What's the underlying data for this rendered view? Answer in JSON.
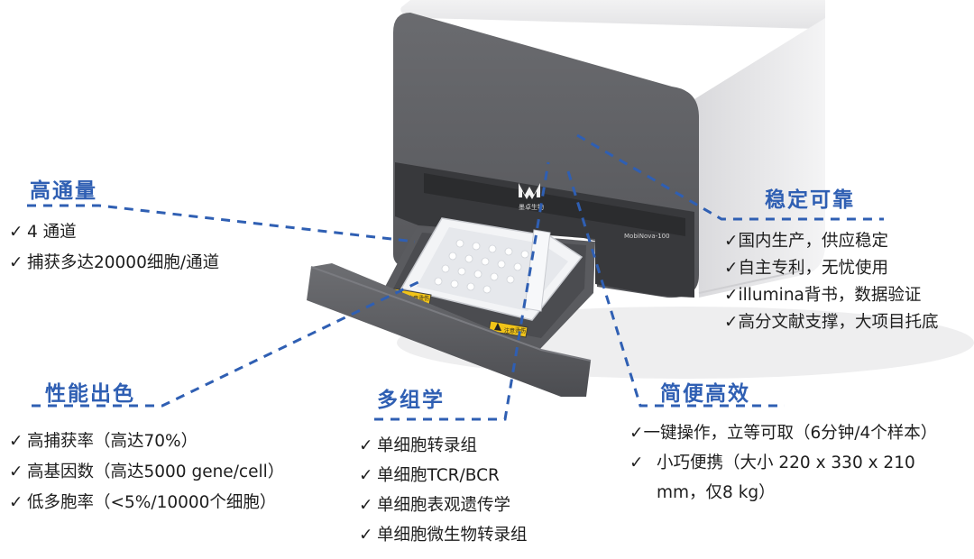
{
  "device": {
    "brand_text": "墨卓生物",
    "model_text": "MobiNova-100"
  },
  "labels": {
    "warning": "注意烫伤"
  },
  "sections": {
    "throughput": {
      "title": "高通量",
      "items": [
        "4 通道",
        "捕获多达20000细胞/通道"
      ]
    },
    "reliable": {
      "title": "稳定可靠",
      "items": [
        "国内生产，供应稳定",
        "自主专利，无忧使用",
        "illumina背书，数据验证",
        "高分文献支撑，大项目托底"
      ]
    },
    "performance": {
      "title": "性能出色",
      "items": [
        "高捕获率（高达70%）",
        "高基因数（高达5000 gene/cell）",
        "低多胞率（<5%/10000个细胞）"
      ]
    },
    "multiomics": {
      "title": "多组学",
      "items": [
        "单细胞转录组",
        "单细胞TCR/BCR",
        "单细胞表观遗传学",
        "单细胞微生物转录组"
      ]
    },
    "simple": {
      "title": "简便高效",
      "items": [
        "一键操作，立等可取（6分钟/4个样本）",
        "小巧便携（大小 220 x 330  x 210",
        "mm，仅8 kg）"
      ]
    }
  },
  "check_glyph": "✓",
  "colors": {
    "accent": "#2f5fb3",
    "device_front": "#5f6064",
    "device_side": "#e6e6e8",
    "chip": "#f1f2f4"
  }
}
